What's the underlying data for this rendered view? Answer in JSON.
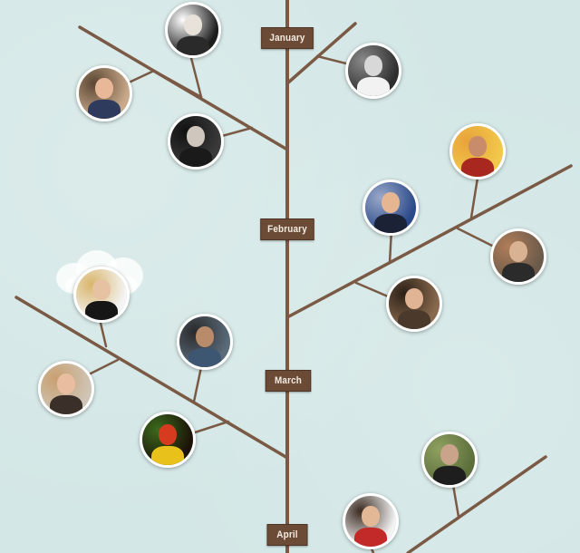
{
  "timeline": {
    "months": [
      {
        "label": "January"
      },
      {
        "label": "February"
      },
      {
        "label": "March"
      },
      {
        "label": "April"
      }
    ]
  },
  "portraits": [
    {
      "name": "portrait-performer-stage",
      "bg": "#1c1c1c",
      "skin": "#e8e2da",
      "shirt": "#2a2a2a",
      "accent": "#ffffff"
    },
    {
      "name": "portrait-bw-figure",
      "bg": "#2e2e2e",
      "skin": "#d8d8d8",
      "shirt": "#f2f2f2",
      "accent": "#8a8a8a"
    },
    {
      "name": "portrait-glasses-man",
      "bg": "#c9a98a",
      "skin": "#e9b898",
      "shirt": "#2e3b5c",
      "accent": "#5a4632"
    },
    {
      "name": "portrait-curly-hair-man",
      "bg": "#3a3a3a",
      "skin": "#cfc7bd",
      "shirt": "#1a1a1a",
      "accent": "#111111"
    },
    {
      "name": "portrait-monk-orange",
      "bg": "#f2c84b",
      "skin": "#c88c6a",
      "shirt": "#a8281f",
      "accent": "#e8a33a"
    },
    {
      "name": "portrait-podium-speaker",
      "bg": "#2c4a8a",
      "skin": "#e6b591",
      "shirt": "#1b2235",
      "accent": "#9aa9c9"
    },
    {
      "name": "portrait-group-photo",
      "bg": "#6b5a4a",
      "skin": "#d8b292",
      "shirt": "#2b2b2b",
      "accent": "#b07d59"
    },
    {
      "name": "portrait-man-with-chimp",
      "bg": "#8a6a4e",
      "skin": "#e0b495",
      "shirt": "#4b3a2c",
      "accent": "#2b2016"
    },
    {
      "name": "portrait-blonde-person",
      "bg": "#f4f4f4",
      "skin": "#e6c2a2",
      "shirt": "#161616",
      "accent": "#d9b56a"
    },
    {
      "name": "portrait-denim-man",
      "bg": "#5a6b7a",
      "skin": "#b88b6a",
      "shirt": "#3d5672",
      "accent": "#2a2a2a"
    },
    {
      "name": "portrait-smiling-woman",
      "bg": "#cfc4b6",
      "skin": "#e8bda0",
      "shirt": "#3b2f2a",
      "accent": "#c8a070"
    },
    {
      "name": "portrait-abstract-art",
      "bg": "#1c1208",
      "skin": "#d63b1f",
      "shirt": "#e8c21a",
      "accent": "#3b6a1c"
    },
    {
      "name": "portrait-old-man-green",
      "bg": "#5c6f3b",
      "skin": "#c9a48a",
      "shirt": "#1e1e1e",
      "accent": "#8fa060"
    },
    {
      "name": "portrait-woman-red",
      "bg": "#f2f2f2",
      "skin": "#e3b896",
      "shirt": "#c22a2a",
      "accent": "#3a2a20"
    }
  ],
  "colors": {
    "background": "#d3e7e6",
    "branch": "#7a5a45",
    "label_bg": "#6b4b36",
    "label_text": "#f3ece2"
  }
}
